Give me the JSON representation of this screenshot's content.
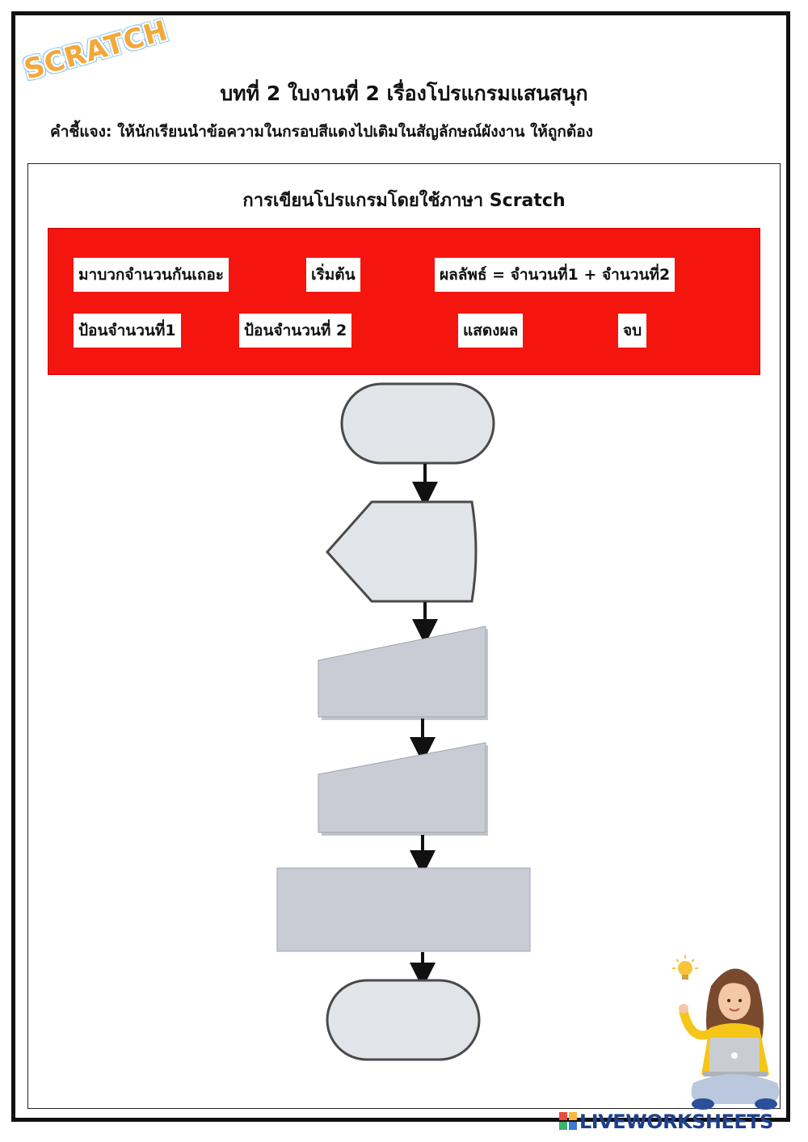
{
  "logo": {
    "text": "SCRATCH"
  },
  "title": "บทที่ 2 ใบงานที่ 2 เรื่องโปรแกรมแสนสนุก",
  "instruction": "คำชี้แจง: ให้นักเรียนนำข้อความในกรอบสีแดงไปเติมในสัญลักษณ์ผังงาน ให้ถูกต้อง",
  "subtitle": "การเขียนโปรแกรมโดยใช้ภาษา Scratch",
  "word_bank": {
    "background_color": "#f4150f",
    "chips": [
      "มาบวกจำนวนกันเถอะ",
      "เริ่มต้น",
      "ผลลัพธ์ = จำนวนที่1 + จำนวนที่2",
      "ป้อนจำนวนที่1",
      "ป้อนจำนวนที่ 2",
      "แสดงผล",
      "จบ"
    ]
  },
  "flowchart": {
    "shapes": [
      "terminator-start",
      "display",
      "manual-input-1",
      "manual-input-2",
      "process",
      "terminator-end"
    ],
    "fill_light": "#e1e4e8",
    "fill_gray": "#c9ccd4"
  },
  "footer": {
    "brand": "LIVEWORKSHEETS",
    "brand_color": "#1d3f8a"
  }
}
